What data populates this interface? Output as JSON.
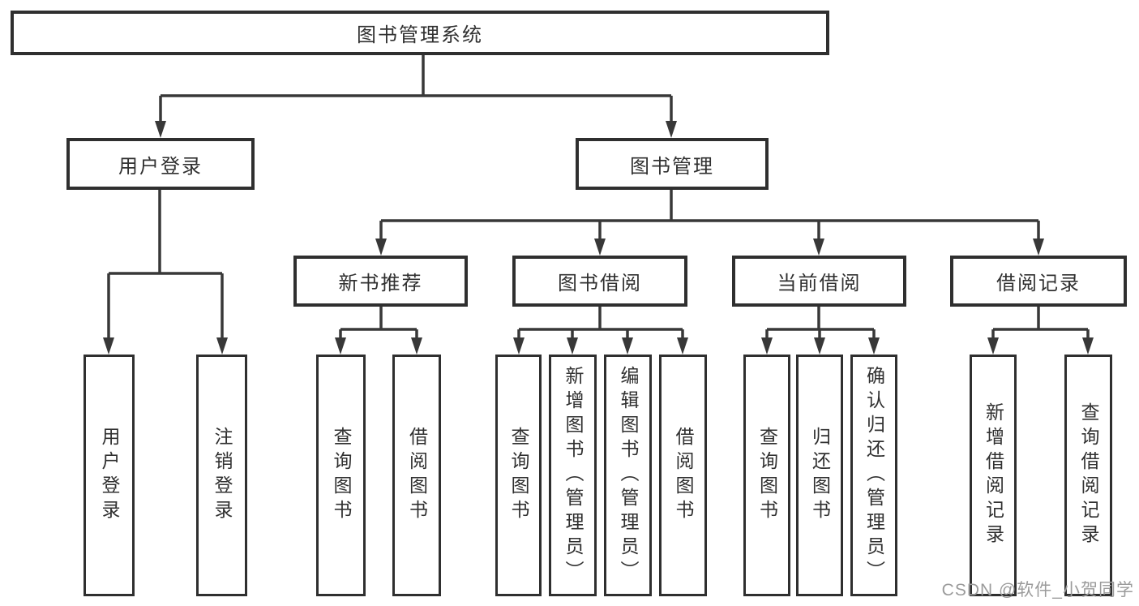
{
  "tree": {
    "root": "图书管理系统",
    "user": {
      "label": "用户登录",
      "children": [
        "用户登录",
        "注销登录"
      ]
    },
    "mgmt": {
      "label": "图书管理",
      "modules": [
        {
          "label": "新书推荐",
          "children": [
            "查询图书",
            "借阅图书"
          ]
        },
        {
          "label": "图书借阅",
          "children": [
            "查询图书",
            "新增图书（管理员）",
            "编辑图书（管理员）",
            "借阅图书"
          ]
        },
        {
          "label": "当前借阅",
          "children": [
            "查询图书",
            "归还图书",
            "确认归还（管理员）"
          ]
        },
        {
          "label": "借阅记录",
          "children": [
            "新增借阅记录",
            "查询借阅记录"
          ]
        }
      ]
    }
  },
  "watermark": "CSDN @软件_小贺同学",
  "colors": {
    "line": "#383838",
    "box_border": "#2f2f2f",
    "text": "#303030",
    "watermark": "#9b9b9b"
  }
}
